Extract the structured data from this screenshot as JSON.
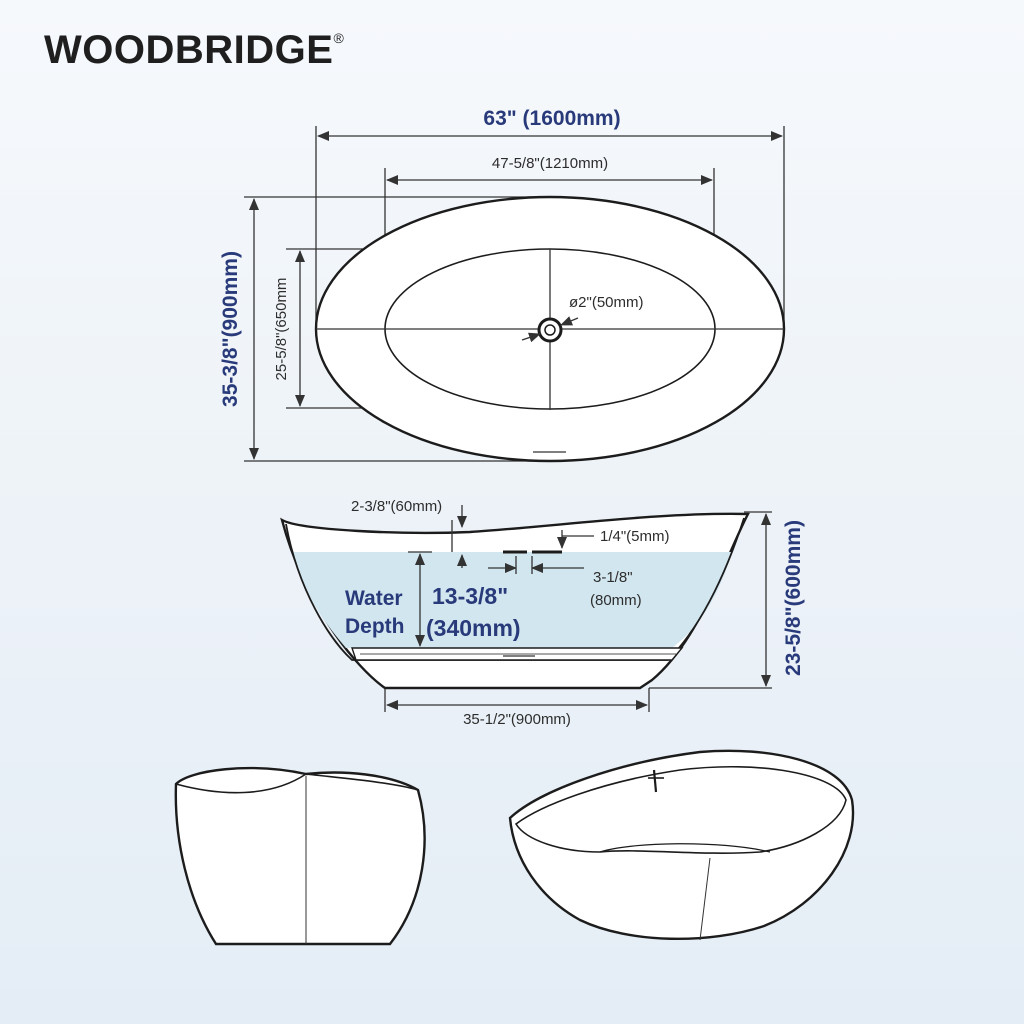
{
  "brand": {
    "name": "WOODBRIDGE",
    "mark": "®"
  },
  "top_view": {
    "overall_length": "63\" (1600mm)",
    "inner_length": "47-5/8\"(1210mm)",
    "overall_width": "35-3/8\"(900mm)",
    "inner_width": "25-5/8\"(650mm",
    "drain": "ø2\"(50mm)"
  },
  "side_view": {
    "rim_offset": "2-3/8\"(60mm)",
    "overflow_gap": "1/4\"(5mm)",
    "overflow_width_1": "3-1/8\"",
    "overflow_width_2": "(80mm)",
    "water_label_1": "Water",
    "water_label_2": "Depth",
    "water_depth_1": "13-3/8\"",
    "water_depth_2": "(340mm)",
    "height": "23-5/8\"(600mm)",
    "base_length": "35-1/2\"(900mm)"
  },
  "colors": {
    "accent": "#283a7a",
    "water": "#d2e6ef"
  }
}
